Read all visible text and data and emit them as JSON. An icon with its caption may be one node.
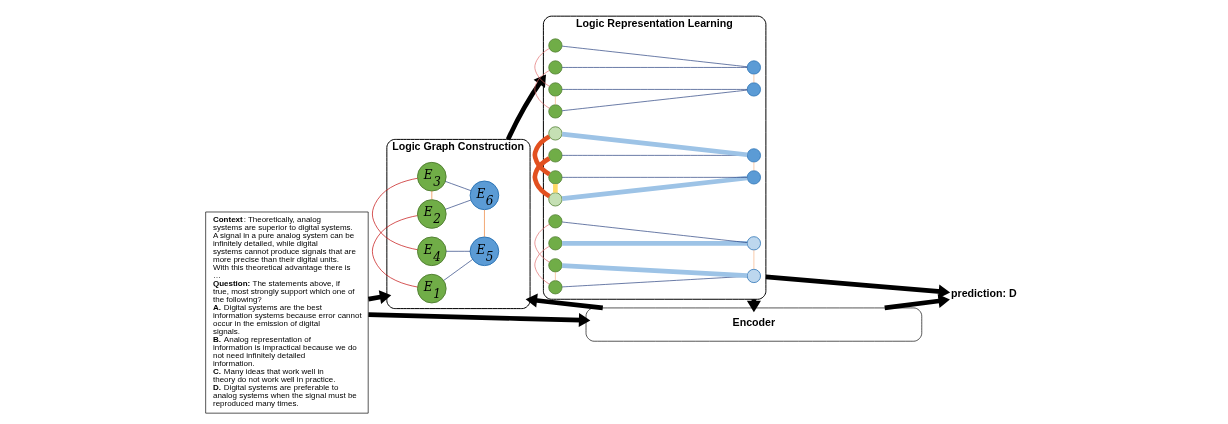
{
  "diagram": {
    "nodes": [
      {
        "text": [
          "**Context**: Theoretically, analog systems are superior to digital systems. A signal in a pure analog system can be infinitely detailed, while digital systems cannot produce signals that are more precise than their digital units. With this theoretical advantage there is …",
          "**Question:** The statements above, if true, most strongly support which one of the following?",
          "**A.** Digital systems are the best information systems because error cannot occur in the emission of digital signals.",
          "**B.** Analog representation of information is impractical because we do not need infinitely detailed information.",
          "**C.** Many ideas that work well in theory do not work well in practice.",
          "**D.** Digital systems are preferable to analog systems when the signal must be reproduced many times."
        ]
      },
      {
        "text": [
          "Logic Graph Construction"
        ]
      },
      {
        "text": [
          "E$_{1}$"
        ],
        "in": 1
      },
      {
        "text": [
          "E$_{2}$"
        ],
        "in": 1
      },
      {
        "text": [
          "E$_{3}$"
        ],
        "in": 1
      },
      {
        "text": [
          "E$_{4}$"
        ],
        "in": 1
      },
      {
        "text": [
          "E$_{5}$"
        ],
        "in": 1
      },
      {
        "text": [
          "E$_{6}$"
        ],
        "in": 1
      },
      {
        "text": [
          "Logic Representation Learning"
        ]
      },
      {
        "text": [],
        "shape": "circle",
        "in": 8
      },
      {
        "text": [],
        "shape": "circle",
        "in": 8
      },
      {
        "text": [],
        "shape": "circle",
        "in": 8
      },
      {
        "text": [],
        "shape": "circle",
        "in": 8
      },
      {
        "text": [],
        "shape": "circle",
        "in": 8
      },
      {
        "text": [],
        "shape": "circle",
        "in": 8
      },
      {
        "text": [],
        "shape": "circle",
        "in": 8
      },
      {
        "text": [],
        "shape": "circle",
        "in": 8
      },
      {
        "text": [],
        "shape": "circle",
        "in": 8
      },
      {
        "text": [],
        "shape": "circle",
        "in": 8
      },
      {
        "text": [],
        "shape": "circle",
        "in": 8
      },
      {
        "text": [],
        "shape": "circle",
        "in": 8
      },
      {
        "text": [],
        "shape": "circle",
        "in": 8
      },
      {
        "text": [],
        "shape": "circle",
        "in": 8
      },
      {
        "text": [],
        "shape": "circle",
        "in": 8
      },
      {
        "text": [],
        "shape": "circle",
        "in": 8
      },
      {
        "text": [],
        "shape": "circle",
        "in": 8
      },
      {
        "text": [],
        "shape": "circle",
        "in": 8
      },
      {
        "text": [
          "Encoder"
        ]
      },
      {
        "text": [
          "prediction: D"
        ]
      }
    ],
    "edges": [
      {
        "from": 0,
        "to": 1,
        "arrow": "to",
        "style": "thick",
        "color": "#000000"
      },
      {
        "from": 0,
        "to": 27,
        "arrow": "to",
        "style": "thick",
        "color": "#000000"
      },
      {
        "from": 27,
        "to": 1,
        "arrow": "to",
        "style": "thick",
        "color": "#000000"
      },
      {
        "from": 1,
        "to": 8,
        "arrow": "to",
        "style": "thick",
        "color": "#000000"
      },
      {
        "from": 8,
        "to": 27,
        "arrow": "to",
        "style": "thick",
        "color": "#000000"
      },
      {
        "from": 8,
        "to": 28,
        "arrow": "to",
        "style": "thick",
        "color": "#000000"
      },
      {
        "from": 27,
        "to": 28,
        "arrow": "to",
        "style": "thick",
        "color": "#000000"
      },
      {
        "from": 2,
        "to": 3,
        "arrow": "none",
        "color": "#c00000"
      },
      {
        "from": 3,
        "to": 4,
        "arrow": "none",
        "color": "#ed7d31"
      },
      {
        "from": 4,
        "to": 5,
        "arrow": "none",
        "color": "#c00000"
      },
      {
        "from": 6,
        "to": 7,
        "arrow": "none",
        "color": "#ed7d31"
      },
      {
        "from": 2,
        "to": 6,
        "arrow": "none",
        "color": "#1f3a7a"
      },
      {
        "from": 3,
        "to": 7,
        "arrow": "none",
        "color": "#1f3a7a"
      },
      {
        "from": 4,
        "to": 7,
        "arrow": "none",
        "color": "#1f3a7a"
      },
      {
        "from": 5,
        "to": 6,
        "arrow": "none",
        "color": "#1f3a7a"
      },
      {
        "from": 9,
        "to": 10,
        "arrow": "none",
        "color": "#e06666"
      },
      {
        "from": 10,
        "to": 11,
        "arrow": "none",
        "color": "#f4b183"
      },
      {
        "from": 11,
        "to": 12,
        "arrow": "none",
        "color": "#e06666"
      },
      {
        "from": 13,
        "to": 14,
        "arrow": "none",
        "color": "#f4b183"
      },
      {
        "from": 9,
        "to": 13,
        "arrow": "none",
        "color": "#1f3a7a"
      },
      {
        "from": 10,
        "to": 14,
        "arrow": "none",
        "color": "#1f3a7a"
      },
      {
        "from": 11,
        "to": 14,
        "arrow": "none",
        "color": "#1f3a7a"
      },
      {
        "from": 12,
        "to": 13,
        "arrow": "none",
        "color": "#1f3a7a"
      },
      {
        "from": 15,
        "to": 16,
        "arrow": "none",
        "style": "thick",
        "color": "#e2501f"
      },
      {
        "from": 16,
        "to": 17,
        "arrow": "none",
        "style": "thick",
        "color": "#ffd966"
      },
      {
        "from": 17,
        "to": 18,
        "arrow": "none",
        "style": "thick",
        "color": "#e2501f"
      },
      {
        "from": 19,
        "to": 20,
        "arrow": "none",
        "color": "#f4b183"
      },
      {
        "from": 15,
        "to": 19,
        "arrow": "none",
        "color": "#1f3a7a"
      },
      {
        "from": 16,
        "to": 20,
        "arrow": "none",
        "style": "thick",
        "color": "#9dc3e6"
      },
      {
        "from": 17,
        "to": 20,
        "arrow": "none",
        "color": "#1f3a7a"
      },
      {
        "from": 18,
        "to": 19,
        "arrow": "none",
        "style": "thick",
        "color": "#9dc3e6"
      },
      {
        "from": 21,
        "to": 22,
        "arrow": "none",
        "color": "#e06666"
      },
      {
        "from": 22,
        "to": 23,
        "arrow": "none",
        "color": "#f4b183"
      },
      {
        "from": 23,
        "to": 24,
        "arrow": "none",
        "color": "#e06666"
      },
      {
        "from": 25,
        "to": 26,
        "arrow": "none",
        "color": "#f4b183"
      },
      {
        "from": 21,
        "to": 25,
        "arrow": "none",
        "style": "thick",
        "color": "#9dc3e6"
      },
      {
        "from": 22,
        "to": 26,
        "arrow": "none",
        "color": "#1f3a7a"
      },
      {
        "from": 23,
        "to": 26,
        "arrow": "none",
        "style": "thick",
        "color": "#9dc3e6"
      },
      {
        "from": 24,
        "to": 25,
        "arrow": "none",
        "color": "#1f3a7a"
      }
    ]
  }
}
